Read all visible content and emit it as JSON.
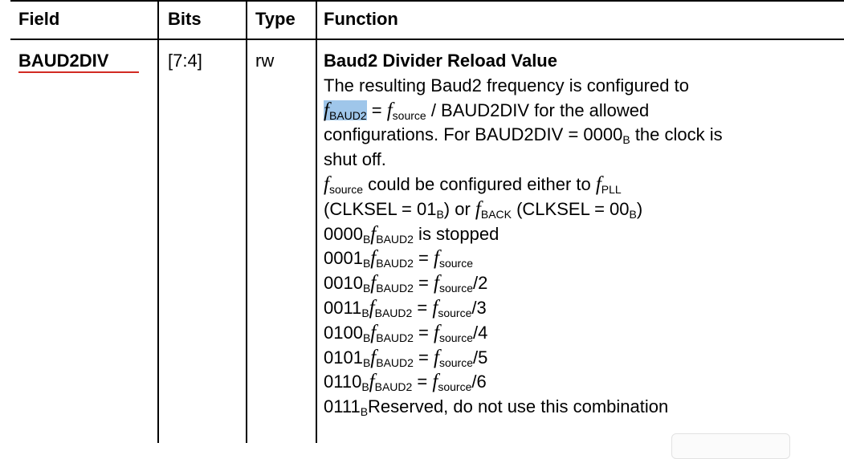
{
  "headers": {
    "field": "Field",
    "bits": "Bits",
    "type": "Type",
    "function": "Function"
  },
  "row": {
    "field": "BAUD2DIV",
    "bits": "[7:4]",
    "type": "rw",
    "function": {
      "title": "Baud2 Divider Reload Value",
      "line1": "The resulting Baud2 frequency is configured to",
      "line2": {
        "f1_sub": "BAUD2",
        "eq": " = ",
        "f2_sub": "source",
        "rest": " / BAUD2DIV for the allowed"
      },
      "line3": {
        "text": "configurations. For BAUD2DIV = 0000",
        "sub": "B",
        "rest": " the clock is"
      },
      "line4": "shut off.",
      "line5": {
        "f_sub": "source",
        "text": " could be configured either to ",
        "f2_sub": "PLL"
      },
      "line6": {
        "a": "(CLKSEL = 01",
        "a_sub": "B",
        "b": ") or ",
        "f_sub": "BACK",
        "c": " (CLKSEL = 00",
        "c_sub": "B",
        "d": ")"
      },
      "values": [
        {
          "code": "0000",
          "sub": "B",
          "desc": " is stopped",
          "kind": "stopped"
        },
        {
          "code": "0001",
          "sub": "B",
          "div": "",
          "kind": "equal"
        },
        {
          "code": "0010",
          "sub": "B",
          "div": "/2",
          "kind": "equal"
        },
        {
          "code": "0011",
          "sub": "B",
          "div": "/3",
          "kind": "equal"
        },
        {
          "code": "0100",
          "sub": "B",
          "div": "/4",
          "kind": "equal"
        },
        {
          "code": "0101",
          "sub": "B",
          "div": "/5",
          "kind": "equal"
        },
        {
          "code": "0110",
          "sub": "B",
          "div": "/6",
          "kind": "equal"
        },
        {
          "code": "0111",
          "sub": "B",
          "desc": "Reserved, do not use this combination",
          "kind": "reserved"
        }
      ],
      "f_symbol": "f",
      "baud2_sub": "BAUD2",
      "source_sub": "source"
    }
  },
  "colors": {
    "text": "#000000",
    "highlight": "#9fc6ea",
    "annotation_underline": "#d22a22"
  }
}
